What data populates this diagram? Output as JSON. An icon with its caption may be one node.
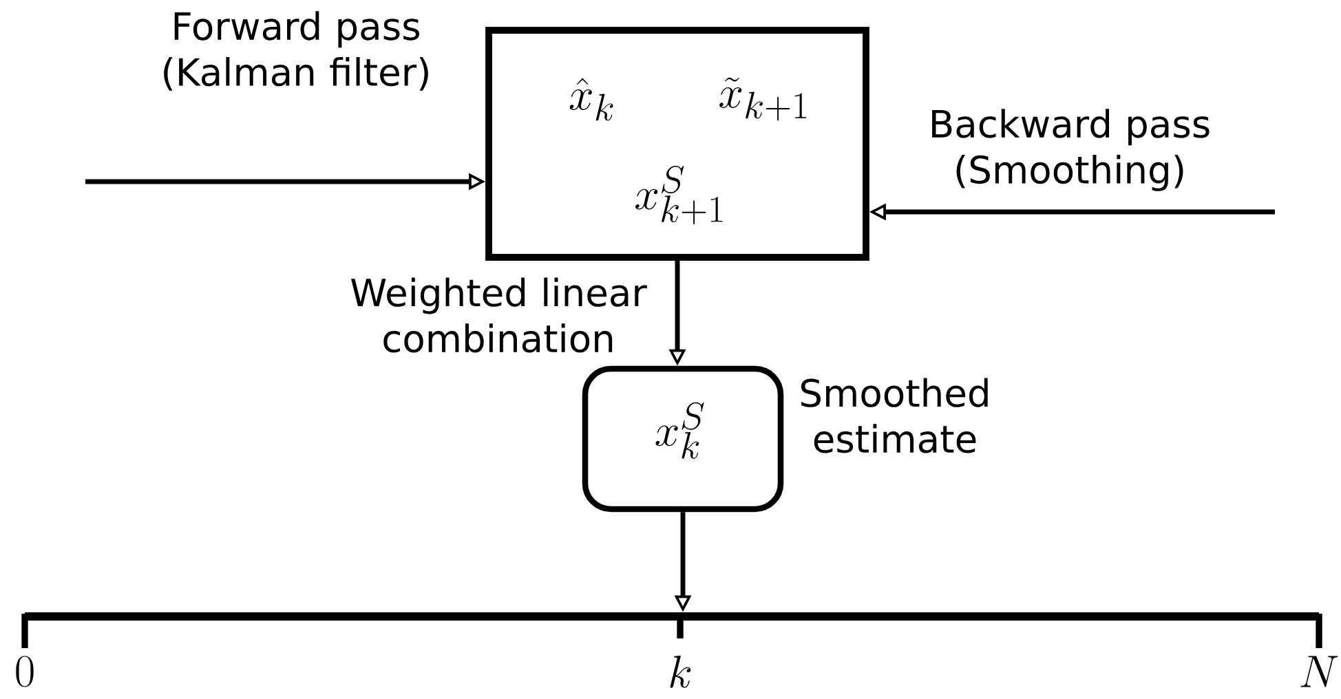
{
  "diagram": {
    "nodes": [
      {
        "text": [
          "\\hat{x}_k",
          "\\tilde{x}_{k+1}",
          "x^S_{k+1}"
        ]
      },
      {
        "text": [
          "x^S_k"
        ],
        "beside": [
          "Smoothed estimate"
        ]
      },
      {
        "text": [],
        "shape": "bar"
      }
    ],
    "edges": [
      {
        "from": null,
        "to": 0,
        "arrow": "to",
        "label": "Forward pass (Kalman filter)"
      },
      {
        "from": null,
        "to": 0,
        "arrow": "to",
        "label": "Backward pass (Smoothing)"
      },
      {
        "from": 0,
        "to": 1,
        "arrow": "to",
        "label": "Weighted linear combination"
      },
      {
        "from": 1,
        "to": 2,
        "arrow": "to"
      }
    ],
    "labels": [
      "0",
      "k",
      "N"
    ]
  }
}
